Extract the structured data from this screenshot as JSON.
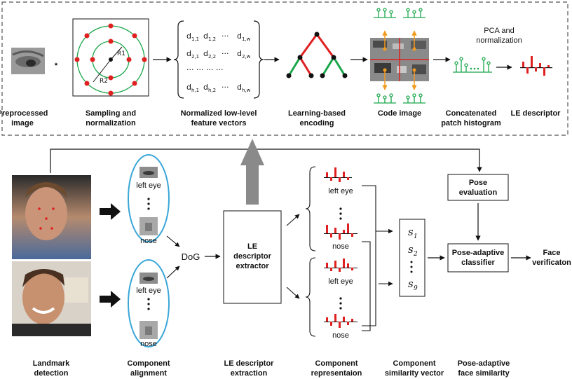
{
  "top_panel": {
    "labels": {
      "preprocessed": [
        "Preprocessed",
        "image"
      ],
      "sampling": [
        "Sampling and",
        "normalization"
      ],
      "feature_vectors": [
        "Normalized low-level",
        "feature vectors"
      ],
      "encoding": [
        "Learning-based",
        "encoding"
      ],
      "code_image": "Code image",
      "histogram": [
        "Concatenated",
        "patch histogram"
      ],
      "le_descriptor": "LE descriptor"
    },
    "pca": [
      "PCA and",
      "normalization"
    ],
    "convolution_symbol": "⋆",
    "radius_labels": [
      "R1",
      "R2"
    ],
    "matrix": {
      "rows": [
        [
          "d",
          "1,1",
          "d",
          "1,2",
          "d",
          "1,w"
        ],
        [
          "d",
          "2,1",
          "d",
          "2,2",
          "d",
          "2,w"
        ],
        [
          "d",
          "h,1",
          "d",
          "h,2",
          "d",
          "h,w"
        ]
      ],
      "dots": "···",
      "row_gap": "···  ···  ···  ···"
    }
  },
  "bottom_panel": {
    "component_labels": {
      "left_eye": "left eye",
      "nose": "nose"
    },
    "dog": "DoG",
    "le_extractor": [
      "LE",
      "descriptor",
      "extractor"
    ],
    "similarity_vector": [
      "s",
      "1",
      "s",
      "2",
      "s",
      "9"
    ],
    "pose_evaluation": [
      "Pose",
      "evaluation"
    ],
    "pose_classifier": [
      "Pose-adaptive",
      "classifier"
    ],
    "face_verification": [
      "Face",
      "verificaton"
    ],
    "captions": {
      "landmark": [
        "Landmark",
        "detection"
      ],
      "alignment": [
        "Component",
        "alignment"
      ],
      "extraction": [
        "LE descriptor",
        "extraction"
      ],
      "representation": [
        "Component",
        "representaion"
      ],
      "similarity": [
        "Component",
        "similarity vector"
      ],
      "pose_similarity": [
        "Pose-adaptive",
        "face similarity"
      ]
    }
  },
  "colors": {
    "red": "#e02020",
    "green": "#1aa64a",
    "orange": "#f29a1e",
    "blue_ellipse": "#3aa6d8",
    "gray_arrow": "#8a8a8a"
  }
}
